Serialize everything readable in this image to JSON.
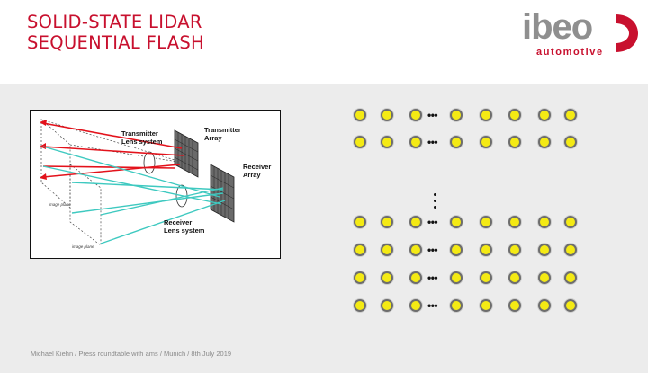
{
  "slide": {
    "title_line1": "SOLID-STATE LIDAR",
    "title_line2": "SEQUENTIAL FLASH",
    "footer": "Michael Kiehn / Press roundtable with ams / Munich / 8th  July 2019"
  },
  "logo": {
    "word": "ibeo",
    "sub": "automotive",
    "brand_color": "#c8102e",
    "gray_color": "#8f8f8f"
  },
  "diagram": {
    "transmitter_lens": "Transmitter\nLens system",
    "transmitter_array": "Transmitter\nArray",
    "receiver_array": "Receiver\nArray",
    "receiver_lens": "Receiver\nLens system",
    "image_plane_1": "image plane",
    "image_plane_2": "image plane",
    "emit_color": "#e3121b",
    "receive_color": "#3ec9c0"
  },
  "led_grid": {
    "led_color": "#f4ea14",
    "ellipsis": "•••",
    "rows": 6,
    "cols": 8
  },
  "colors": {
    "title": "#c8102e",
    "background": "#ececec"
  }
}
